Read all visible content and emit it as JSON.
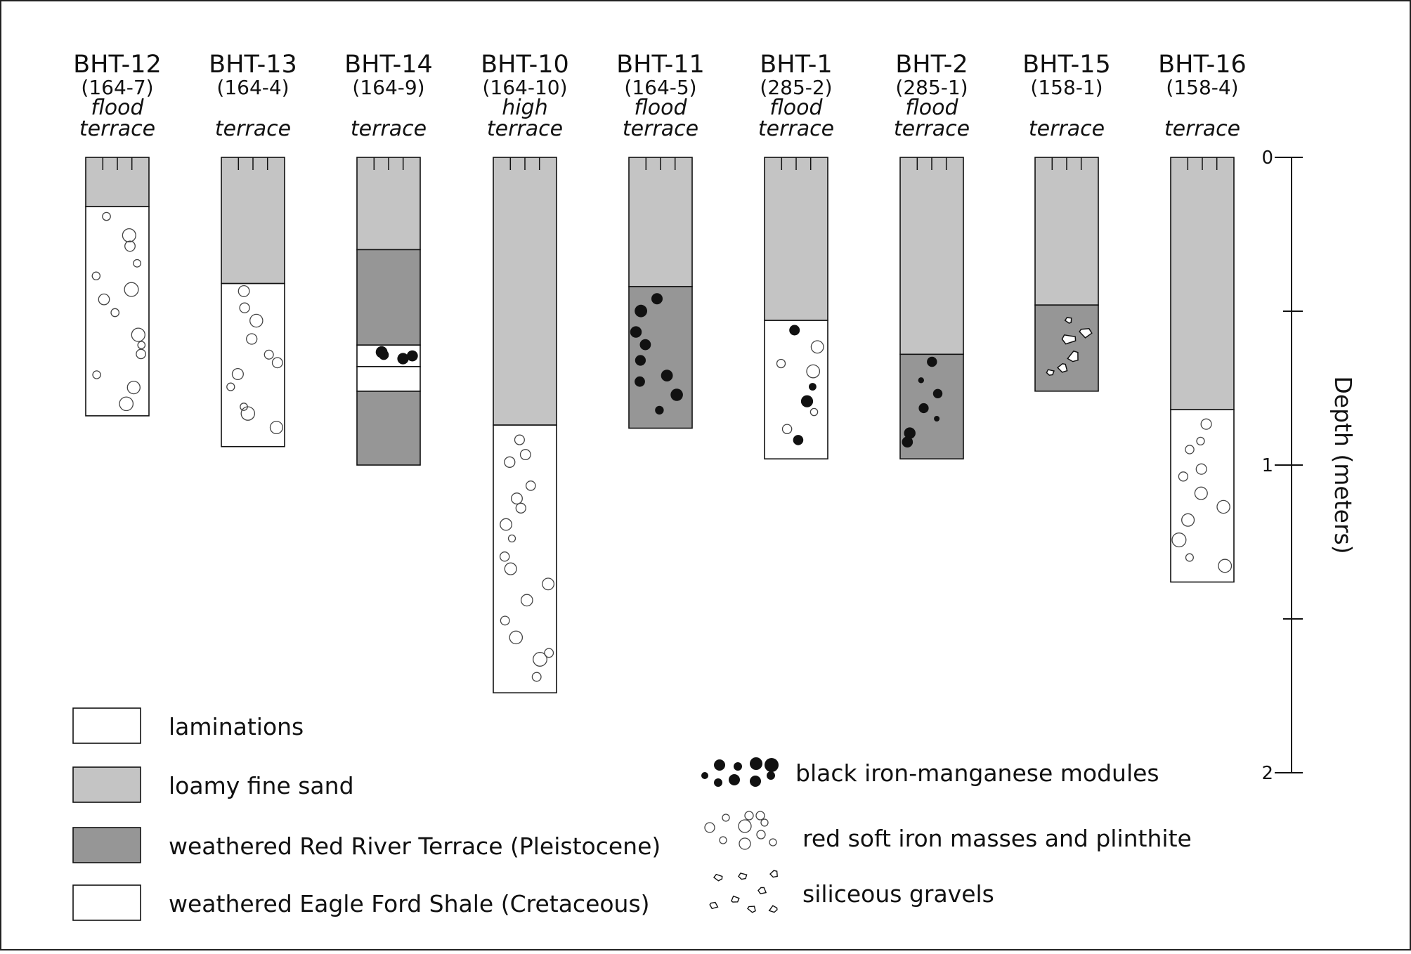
{
  "columns": [
    {
      "name": "BHT-12",
      "code": "(164-7)",
      "type_line1": "flood",
      "type_line2": "terrace",
      "layers": [
        {
          "top": 0,
          "bottom": 0.16,
          "unit": "loamy fine sand"
        },
        {
          "top": 0.16,
          "bottom": 0.84,
          "unit": "weathered Eagle Ford Shale (Cretaceous)",
          "symbol": "red soft iron masses and plinthite"
        }
      ]
    },
    {
      "name": "BHT-13",
      "code": "(164-4)",
      "type_line1": "",
      "type_line2": "terrace",
      "layers": [
        {
          "top": 0,
          "bottom": 0.41,
          "unit": "loamy fine sand"
        },
        {
          "top": 0.41,
          "bottom": 0.94,
          "unit": "weathered Eagle Ford Shale (Cretaceous)",
          "symbol": "red soft iron masses and plinthite"
        }
      ]
    },
    {
      "name": "BHT-14",
      "code": "(164-9)",
      "type_line1": "",
      "type_line2": "terrace",
      "layers": [
        {
          "top": 0,
          "bottom": 0.3,
          "unit": "loamy fine sand"
        },
        {
          "top": 0.3,
          "bottom": 0.61,
          "unit": "weathered Red River Terrace (Pleistocene)"
        },
        {
          "top": 0.61,
          "bottom": 0.68,
          "unit": "laminations",
          "symbol": "black iron-manganese modules"
        },
        {
          "top": 0.68,
          "bottom": 0.76,
          "unit": "laminations"
        },
        {
          "top": 0.76,
          "bottom": 1.0,
          "unit": "weathered Red River Terrace (Pleistocene)"
        }
      ]
    },
    {
      "name": "BHT-10",
      "code": "(164-10)",
      "type_line1": "high",
      "type_line2": "terrace",
      "layers": [
        {
          "top": 0,
          "bottom": 0.87,
          "unit": "loamy fine sand"
        },
        {
          "top": 0.87,
          "bottom": 1.74,
          "unit": "weathered Eagle Ford Shale (Cretaceous)",
          "symbol": "red soft iron masses and plinthite"
        }
      ]
    },
    {
      "name": "BHT-11",
      "code": "(164-5)",
      "type_line1": "flood",
      "type_line2": "terrace",
      "layers": [
        {
          "top": 0,
          "bottom": 0.42,
          "unit": "loamy fine sand"
        },
        {
          "top": 0.42,
          "bottom": 0.88,
          "unit": "weathered Red River Terrace (Pleistocene)",
          "symbol": "black iron-manganese modules"
        }
      ]
    },
    {
      "name": "BHT-1",
      "code": "(285-2)",
      "type_line1": "flood",
      "type_line2": "terrace",
      "layers": [
        {
          "top": 0,
          "bottom": 0.53,
          "unit": "loamy fine sand"
        },
        {
          "top": 0.53,
          "bottom": 0.98,
          "unit": "weathered Eagle Ford Shale (Cretaceous)",
          "symbol": "mixed"
        }
      ]
    },
    {
      "name": "BHT-2",
      "code": "(285-1)",
      "type_line1": "flood",
      "type_line2": "terrace",
      "layers": [
        {
          "top": 0,
          "bottom": 0.64,
          "unit": "loamy fine sand"
        },
        {
          "top": 0.64,
          "bottom": 0.98,
          "unit": "weathered Red River Terrace (Pleistocene)",
          "symbol": "black iron-manganese modules"
        }
      ]
    },
    {
      "name": "BHT-15",
      "code": "(158-1)",
      "type_line1": "",
      "type_line2": "terrace",
      "layers": [
        {
          "top": 0,
          "bottom": 0.48,
          "unit": "loamy fine sand"
        },
        {
          "top": 0.48,
          "bottom": 0.76,
          "unit": "weathered Red River Terrace (Pleistocene)",
          "symbol": "siliceous gravels"
        }
      ]
    },
    {
      "name": "BHT-16",
      "code": "(158-4)",
      "type_line1": "",
      "type_line2": "terrace",
      "layers": [
        {
          "top": 0,
          "bottom": 0.82,
          "unit": "loamy fine sand"
        },
        {
          "top": 0.82,
          "bottom": 1.38,
          "unit": "weathered Eagle Ford Shale (Cretaceous)",
          "symbol": "red soft iron masses and plinthite"
        }
      ]
    }
  ],
  "units": {
    "laminations": "#ffffff",
    "loamy fine sand": "#c4c4c4",
    "weathered Red River Terrace (Pleistocene)": "#969696",
    "weathered Eagle Ford Shale (Cretaceous)": "#ffffff"
  },
  "legend_fills": [
    {
      "label": "laminations",
      "color": "#ffffff"
    },
    {
      "label": "loamy fine sand",
      "color": "#c4c4c4"
    },
    {
      "label": "weathered Red River Terrace (Pleistocene)",
      "color": "#969696"
    },
    {
      "label": "weathered Eagle Ford Shale (Cretaceous)",
      "color": "#ffffff"
    }
  ],
  "legend_symbols": [
    {
      "label": "black iron-manganese modules",
      "icon": "black-nodules-icon"
    },
    {
      "label": "red soft iron masses and plinthite",
      "icon": "open-circles-icon"
    },
    {
      "label": "siliceous gravels",
      "icon": "gravel-icon"
    }
  ],
  "depth_axis": {
    "title": "Depth (meters)",
    "min": 0,
    "max": 2,
    "tick_labels": [
      "0",
      "1",
      "2"
    ]
  }
}
